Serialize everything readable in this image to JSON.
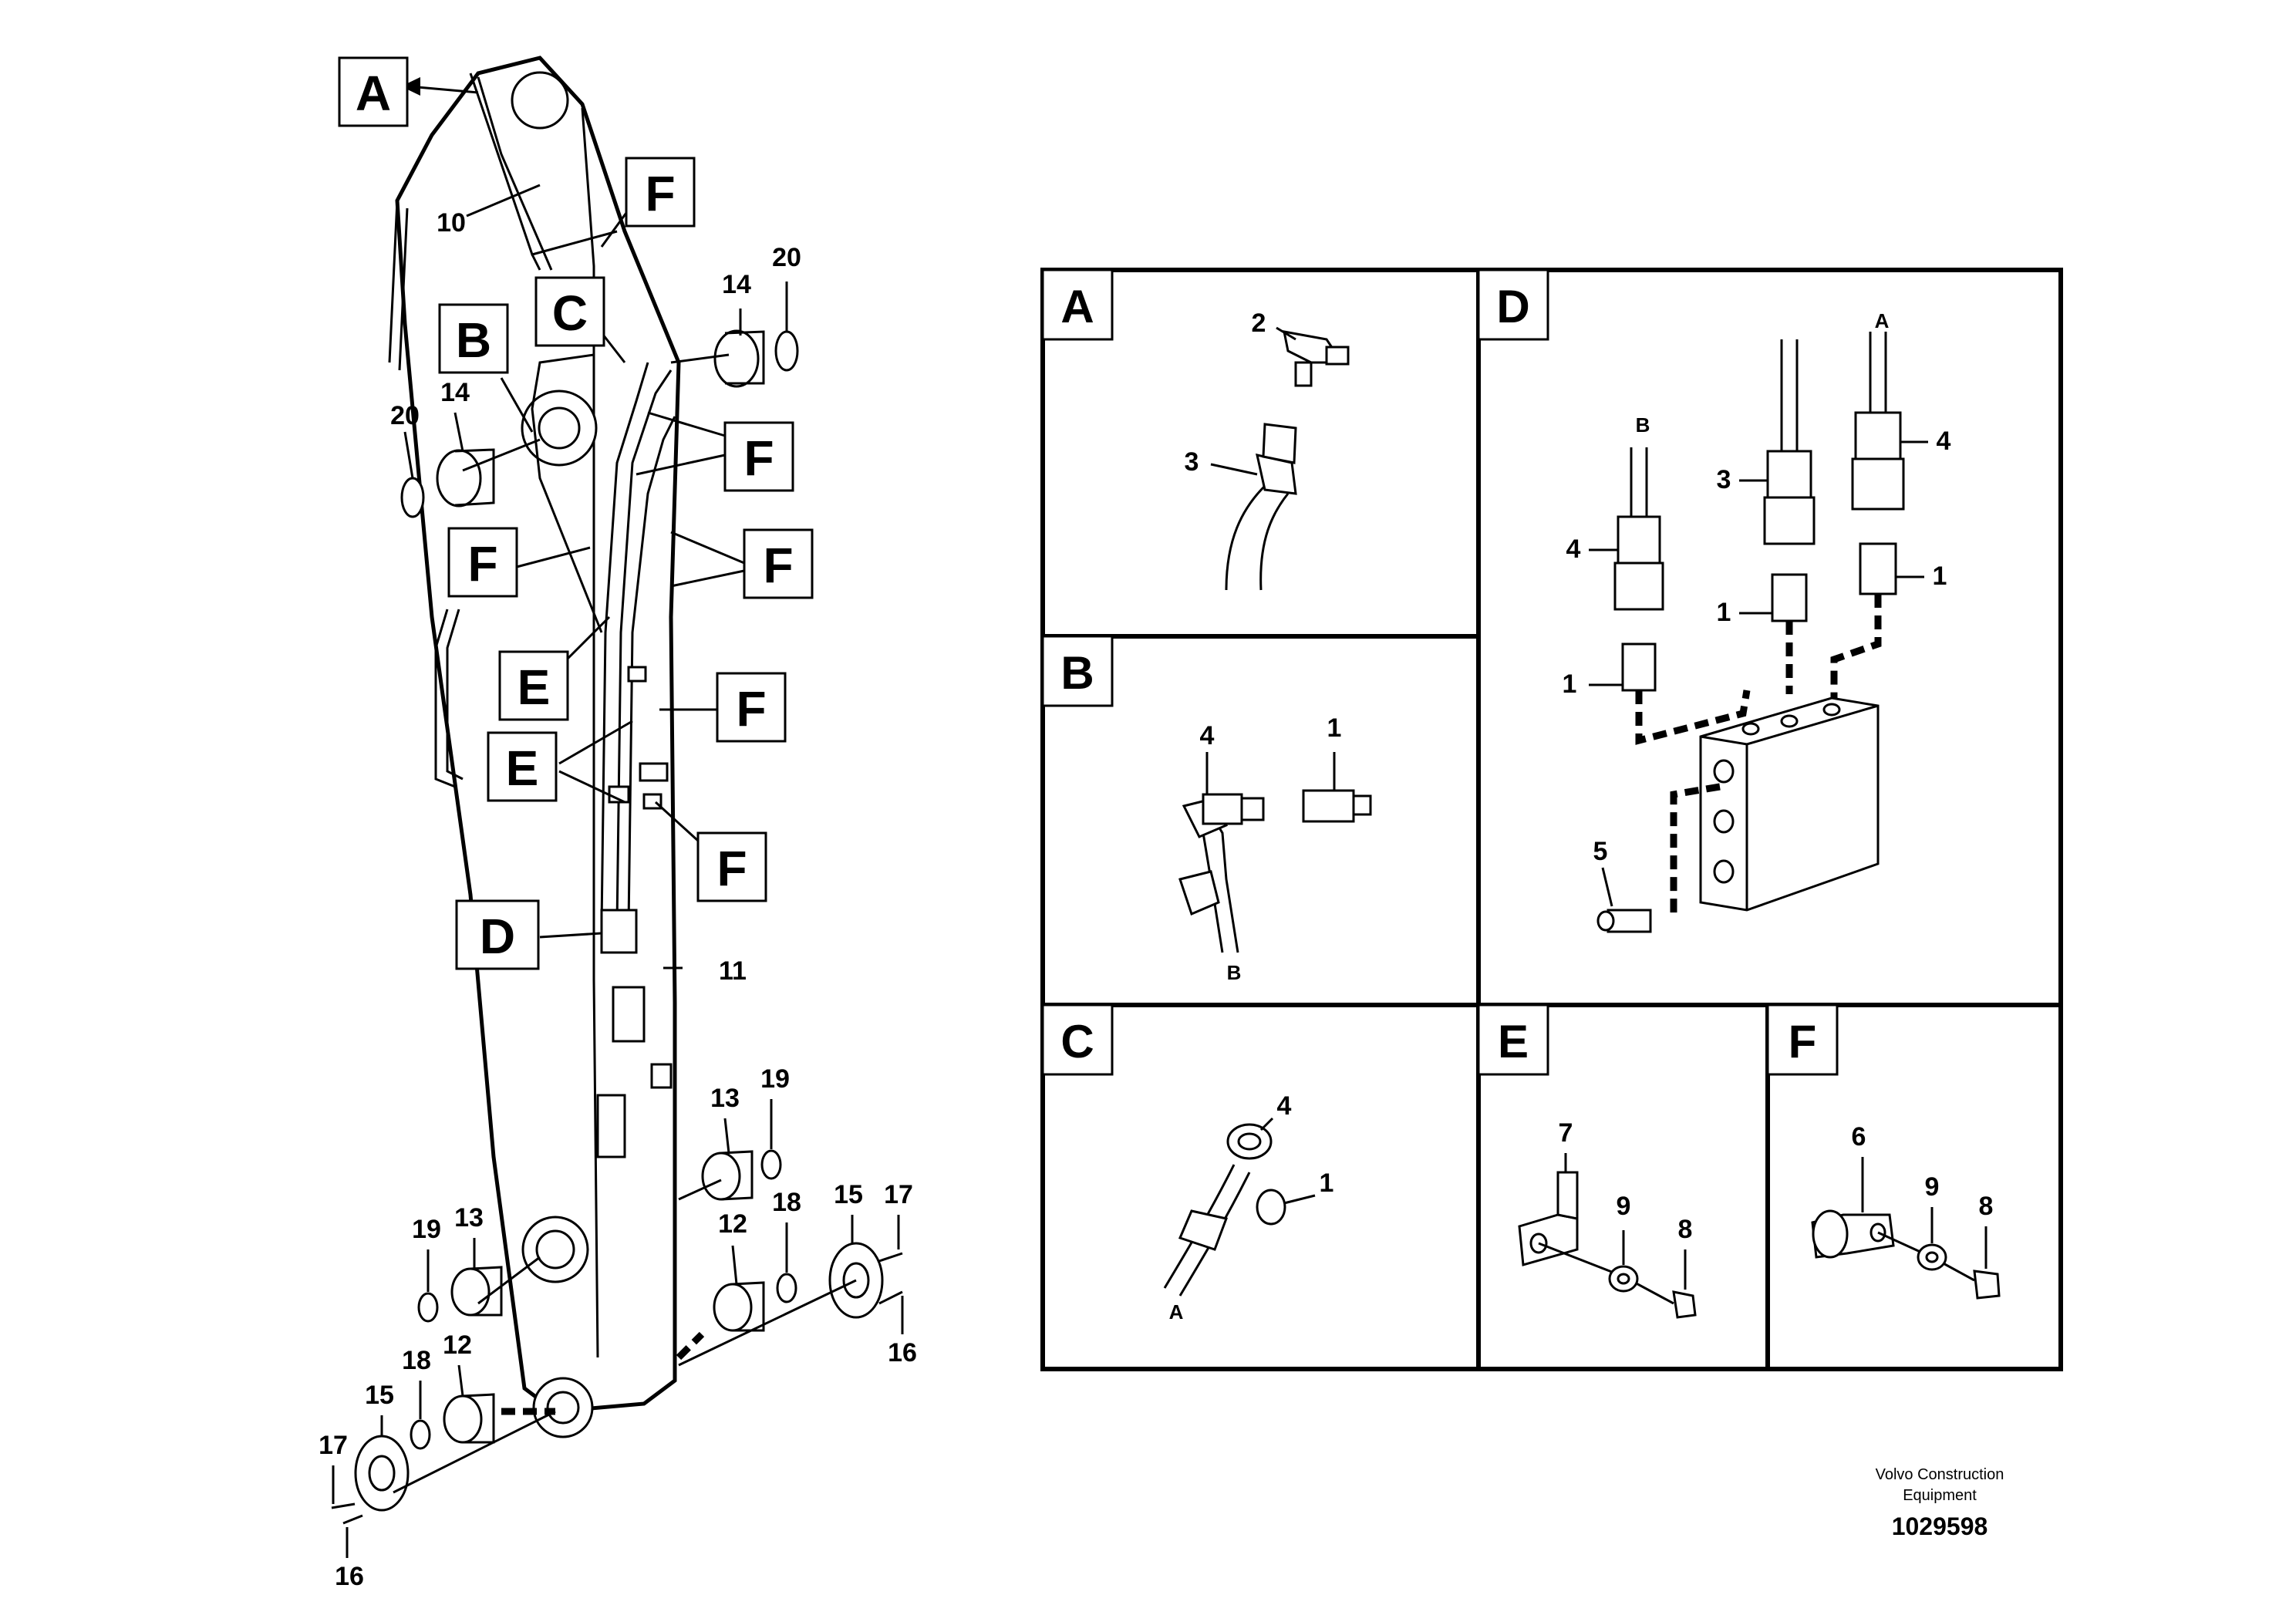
{
  "callouts": {
    "A": "A",
    "B": "B",
    "C": "C",
    "D": "D",
    "E": "E",
    "F": "F"
  },
  "numbers": {
    "n1": "1",
    "n2": "2",
    "n3": "3",
    "n4": "4",
    "n5": "5",
    "n6": "6",
    "n7": "7",
    "n8": "8",
    "n9": "9",
    "n10": "10",
    "n11": "11",
    "n12": "12",
    "n13": "13",
    "n14": "14",
    "n15": "15",
    "n16": "16",
    "n17": "17",
    "n18": "18",
    "n19": "19",
    "n20": "20"
  },
  "hose_labels": {
    "a": "A",
    "b": "B"
  },
  "footer": {
    "company_line1": "Volvo Construction",
    "company_line2": "Equipment",
    "drawing_number": "1029598"
  }
}
